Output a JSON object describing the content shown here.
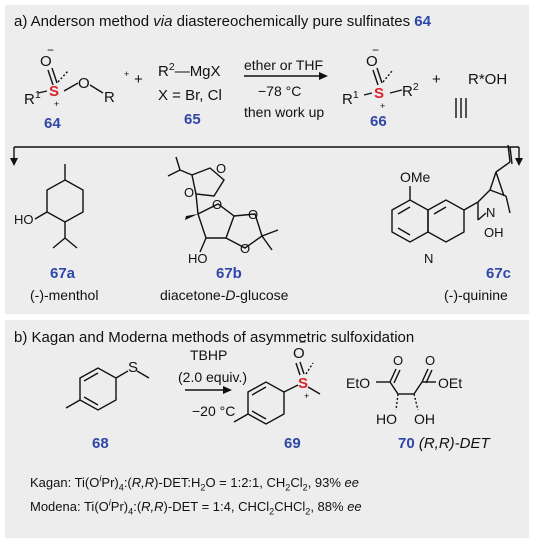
{
  "panel_a": {
    "heading_prefix": "a) Anderson method ",
    "heading_via": "via",
    "heading_suffix": " diastereochemically pure sulfinates ",
    "heading_num": "64",
    "reagent_r2mgx_a": "R",
    "reagent_r2mgx_sup": "2",
    "reagent_r2mgx_b": "—MgX",
    "reagent_x": "X = Br, Cl",
    "cond_1": "ether or THF",
    "cond_2": "−78 °C",
    "cond_3": "then work up",
    "plus_1": "+",
    "plus_2": "+",
    "plus_small": "+",
    "byproduct": "R*OH",
    "label_64": "64",
    "label_65": "65",
    "label_66": "66",
    "sulf_64": {
      "o": "O",
      "minus": "−",
      "s": "S",
      "plus": "+",
      "r1": "R",
      "r1sup": "1",
      "o2": "O",
      "r": "R"
    },
    "sulf_66": {
      "o": "O",
      "minus": "−",
      "s": "S",
      "plus": "+",
      "r1": "R",
      "r1sup": "1",
      "r2": "R",
      "r2sup": "2"
    },
    "menthol": {
      "ho": "HO",
      "num": "67a",
      "name": "(-)-menthol"
    },
    "glucose": {
      "ho": "HO",
      "o1": "O",
      "o2": "O",
      "o3": "O",
      "o4": "O",
      "o5": "O",
      "num": "67b",
      "name_a": "diacetone-",
      "name_d": "D",
      "name_b": "-glucose"
    },
    "quinine": {
      "ome": "OMe",
      "n1": "N",
      "n2": "N",
      "oh": "OH",
      "num": "67c",
      "name": "(-)-quinine"
    }
  },
  "panel_b": {
    "heading": "b) Kagan and Moderna methods of asymmetric sulfoxidation",
    "s_atom": "S",
    "reagent": "TBHP",
    "equiv": "(2.0 equiv.)",
    "temp": "−20 °C",
    "label_68": "68",
    "label_69": "69",
    "label_70": "70",
    "label_70_desc": " (R,R)-DET",
    "sulf_69": {
      "o": "O",
      "minus": "−",
      "s": "S",
      "plus": "+"
    },
    "det": {
      "eto": "EtO",
      "oet": "OEt",
      "o1": "O",
      "o2": "O",
      "ho": "HO",
      "oh": "OH"
    },
    "kagan": {
      "a": "Kagan: Ti(O",
      "i": "i",
      "b": "Pr)",
      "sub4": "4",
      "c": ":(",
      "rr": "R,R",
      "d": ")-DET:H",
      "sub2": "2",
      "e": "O = 1:2:1, CH",
      "sub2b": "2",
      "f": "Cl",
      "sub2c": "2",
      "g": ", 93% ",
      "ee": "ee"
    },
    "modena": {
      "a": "Modena: Ti(O",
      "i": "i",
      "b": "Pr)",
      "sub4": "4",
      "c": ":(",
      "rr": "R,R",
      "d": ")-DET = 1:4, CHCl",
      "sub2": "2",
      "e": "CHCl",
      "sub2b": "2",
      "f": ", 88% ",
      "ee": "ee"
    }
  }
}
